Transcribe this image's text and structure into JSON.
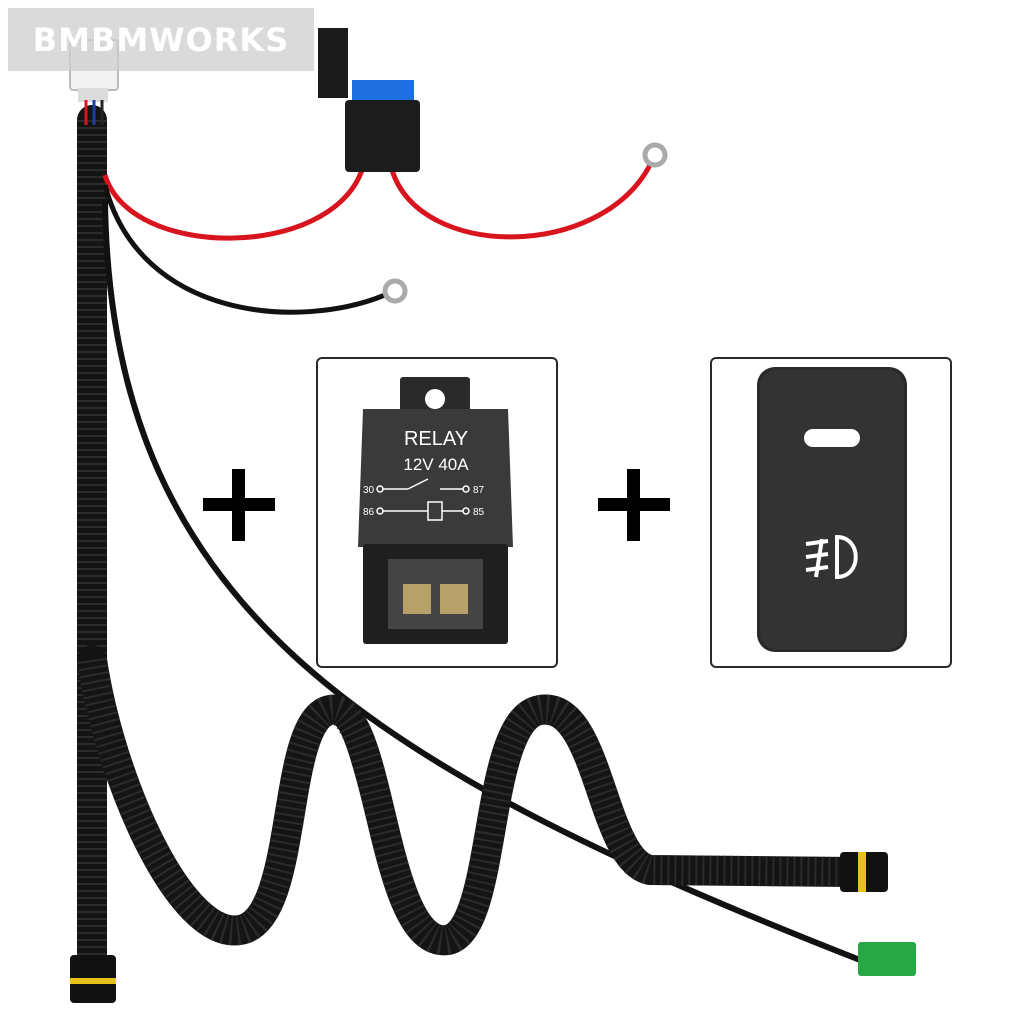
{
  "watermark": {
    "text": "BMBMWORKS"
  },
  "relay": {
    "title": "RELAY",
    "rating": "12V 40A",
    "pin_30": "30",
    "pin_87": "87",
    "pin_86": "86",
    "pin_85": "85"
  },
  "switch": {
    "icon": "fog-light-icon"
  },
  "separators": {
    "plus_1": "+",
    "plus_2": "+"
  },
  "colors": {
    "cable": "#141414",
    "red_wire": "#d8141e",
    "fuse_blue": "#1e6fe0",
    "connector_green": "#27a844",
    "connector_yellow": "#e8c21a"
  }
}
